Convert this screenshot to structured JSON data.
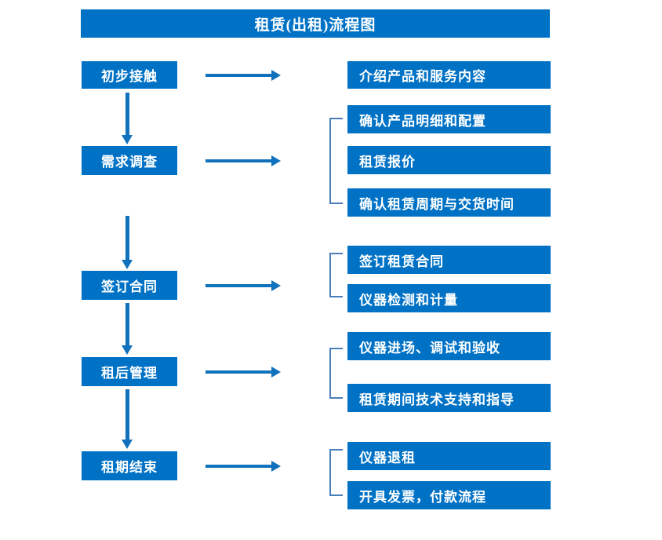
{
  "diagram": {
    "title": "租赁(出租)流程图",
    "accent_color": "#0072C6",
    "arrow_color": "#1072BC",
    "bracket_color": "#4A7EBB",
    "title_text_color": "#FFFFFF",
    "background_color": "#FFFFFF"
  },
  "stages": [
    {
      "label": "初步接触"
    },
    {
      "label": "需求调查"
    },
    {
      "label": "签订合同"
    },
    {
      "label": "租后管理"
    },
    {
      "label": "租期结束"
    }
  ],
  "details": {
    "group1": [
      {
        "label": "介绍产品和服务内容"
      }
    ],
    "group2": [
      {
        "label": "确认产品明细和配置"
      },
      {
        "label": "租赁报价"
      },
      {
        "label": "确认租赁周期与交货时间"
      }
    ],
    "group3": [
      {
        "label": "签订租赁合同"
      },
      {
        "label": "仪器检测和计量"
      }
    ],
    "group4": [
      {
        "label": "仪器进场、调试和验收"
      },
      {
        "label": "租赁期间技术支持和指导"
      }
    ],
    "group5": [
      {
        "label": "仪器退租"
      },
      {
        "label": "开具发票，付款流程"
      }
    ]
  },
  "connectors": {
    "stage_flow_arrows": [
      {
        "from": "初步接触",
        "to": "需求调查",
        "direction": "down"
      },
      {
        "from": "需求调查",
        "to": "签订合同",
        "direction": "down"
      },
      {
        "from": "签订合同",
        "to": "租后管理",
        "direction": "down"
      },
      {
        "from": "租后管理",
        "to": "租期结束",
        "direction": "down"
      }
    ],
    "stage_to_detail_arrows": [
      {
        "from": "初步接触",
        "direction": "right"
      },
      {
        "from": "需求调查",
        "direction": "right"
      },
      {
        "from": "签订合同",
        "direction": "right"
      },
      {
        "from": "租后管理",
        "direction": "right"
      },
      {
        "from": "租期结束",
        "direction": "right"
      }
    ],
    "group_brackets": [
      "group2",
      "group3",
      "group4",
      "group5"
    ]
  }
}
